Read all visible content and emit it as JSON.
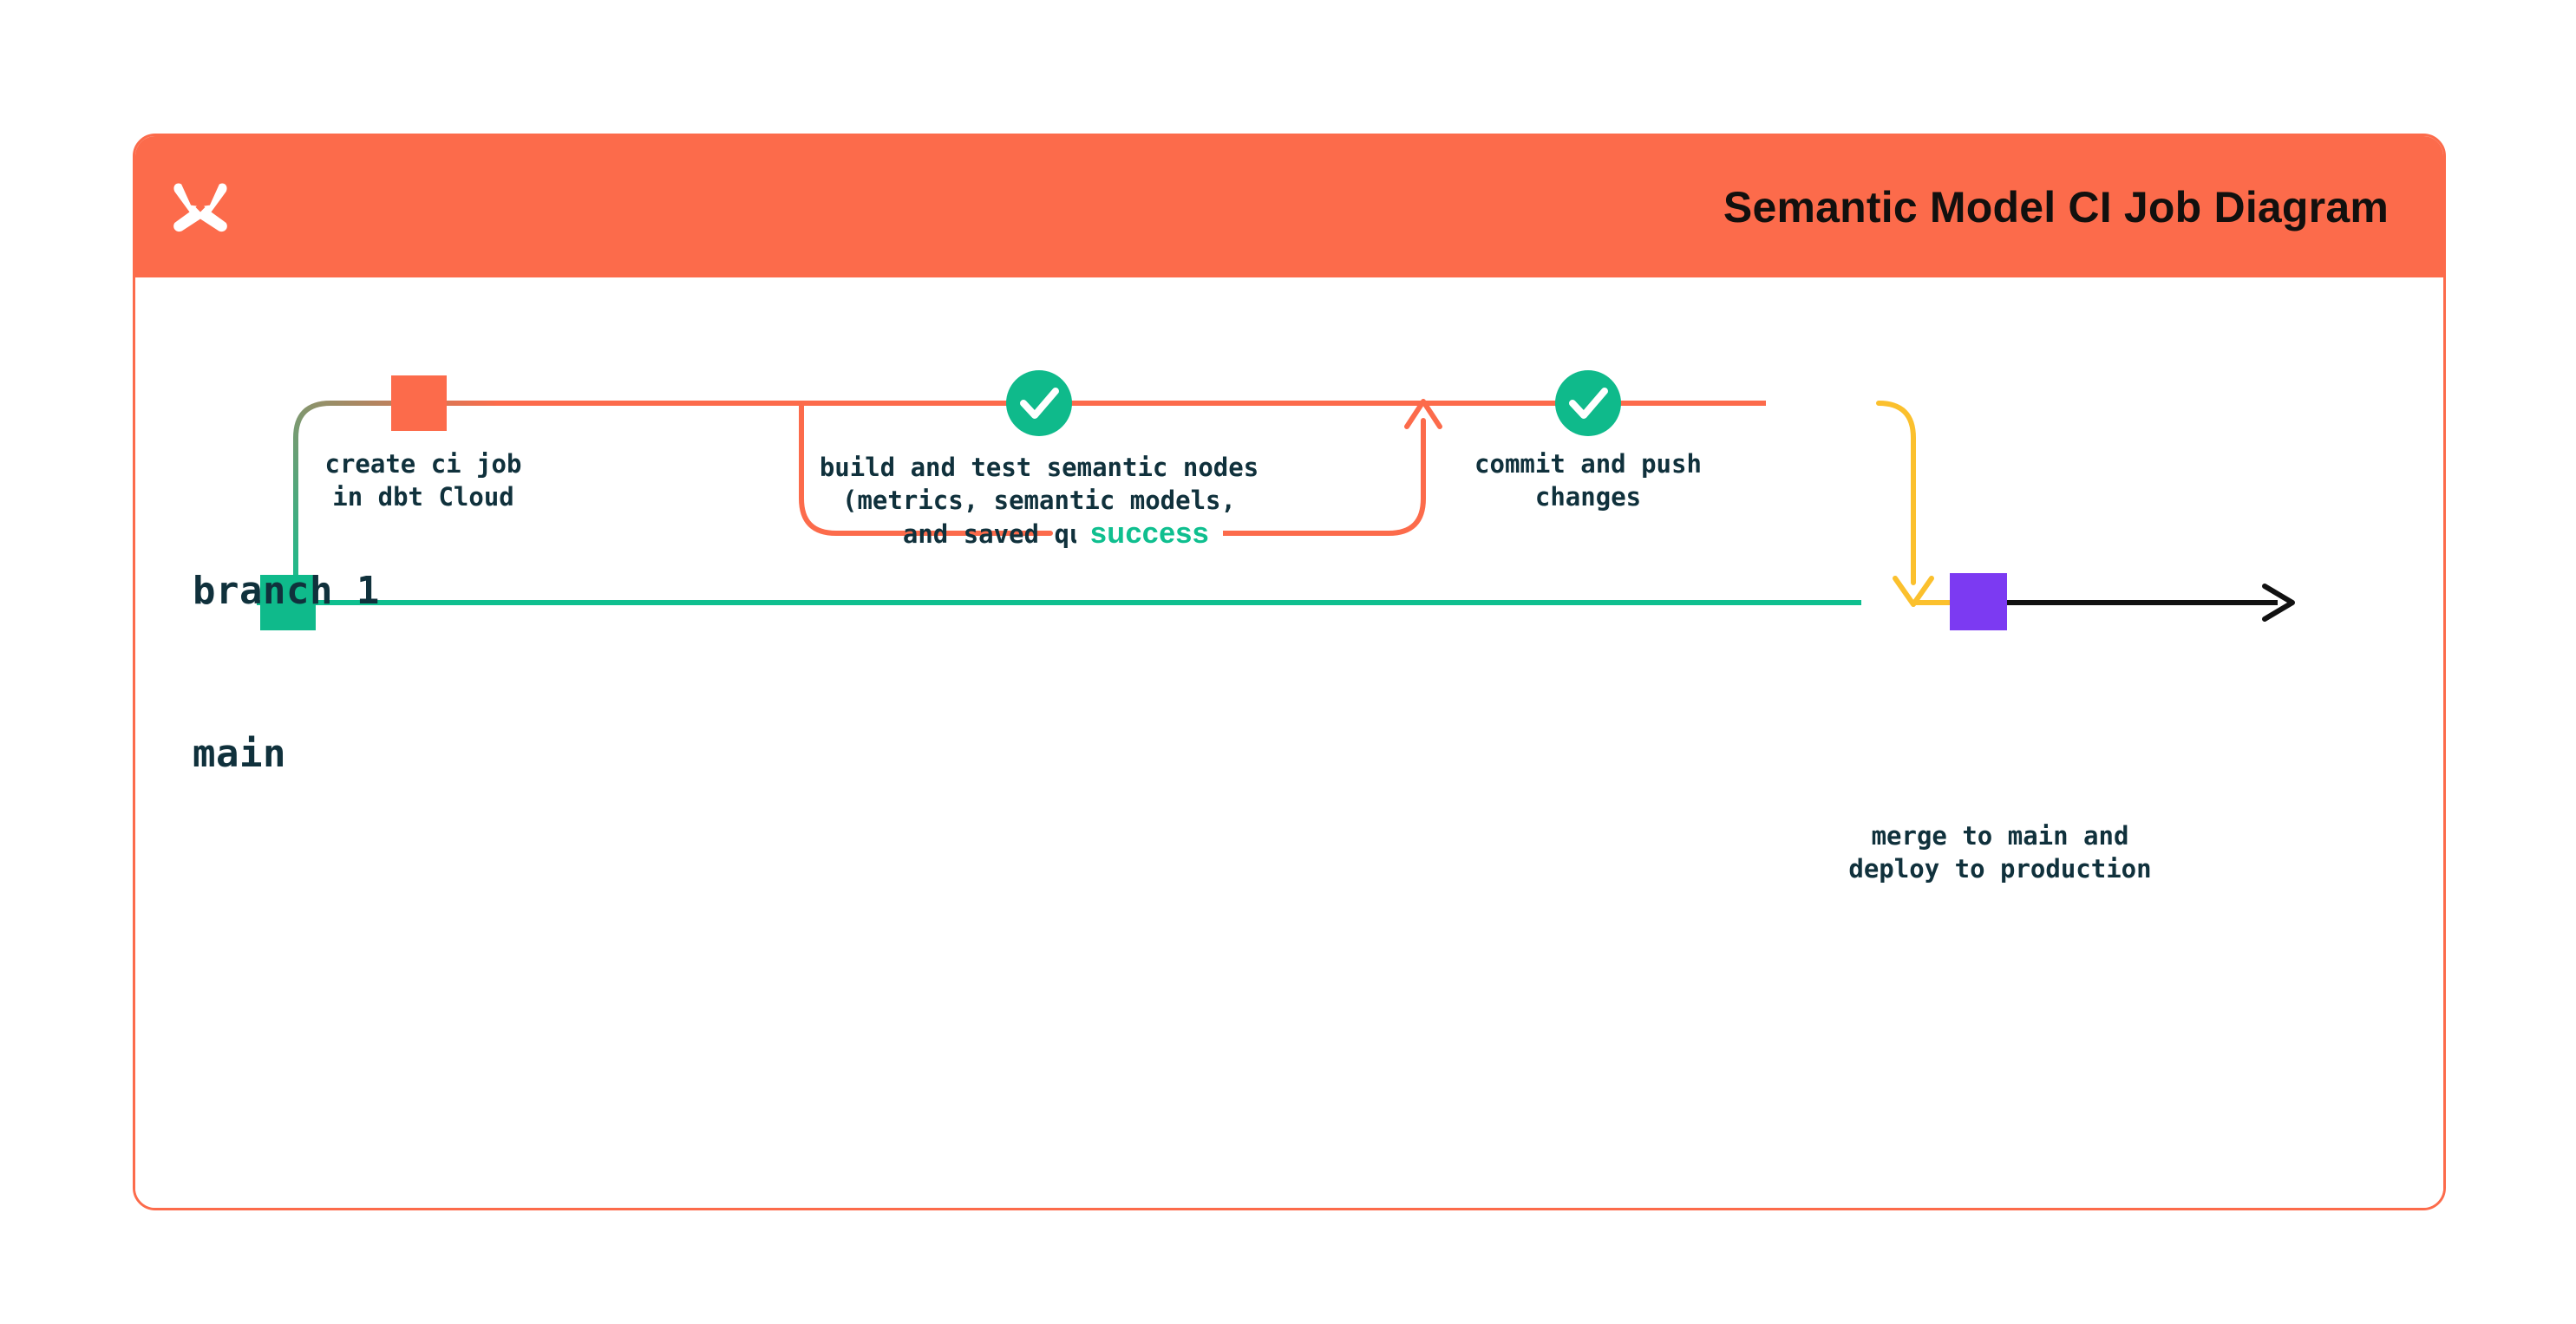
{
  "header": {
    "title": "Semantic Model CI Job Diagram",
    "logo_icon": "dbt-logo-icon",
    "background_color": "#FC6B4B",
    "title_color": "#12100E"
  },
  "card": {
    "border_color": "#FC6B4B",
    "background_color": "#FFFFFF"
  },
  "diagram": {
    "type": "git-branch-flow",
    "branches": [
      {
        "id": "branch-1",
        "label": "branch 1",
        "line_color_start": "#0FBF8F",
        "line_color_end": "#FC6B4B"
      },
      {
        "id": "main",
        "label": "main",
        "line_color": "#0FBF8F",
        "node_color": "#0FBA8B"
      }
    ],
    "nodes": [
      {
        "id": "create-ci-job",
        "marker": "square",
        "marker_color": "#FC6B4B",
        "branch": "branch-1",
        "label_line_1": "create ci job",
        "label_line_2": "in dbt Cloud"
      },
      {
        "id": "build-and-test",
        "marker": "check-circle",
        "marker_color": "#0FBA8B",
        "branch": "branch-1",
        "label_line_1": "build and test semantic nodes",
        "label_line_2": "(metrics, semantic models,",
        "label_line_3": "and saved queries)",
        "loop_status": "success",
        "loop_status_color": "#0FBF8F",
        "loop_color": "#FC6B4B"
      },
      {
        "id": "commit-and-push",
        "marker": "check-circle",
        "marker_color": "#0FBA8B",
        "branch": "branch-1",
        "label_line_1": "commit and push",
        "label_line_2": "changes"
      },
      {
        "id": "merge-to-main",
        "marker": "square",
        "marker_color": "#7C3AF2",
        "branch": "main",
        "label_line_1": "merge to main and",
        "label_line_2": "deploy to production",
        "incoming_arrow_color": "#FBC02D",
        "outgoing_arrow_color": "#111111"
      }
    ],
    "colors": {
      "orange": "#FC6B4B",
      "green": "#0FBF8F",
      "teal_node": "#0FBA8B",
      "yellow": "#FBC02D",
      "purple": "#7C3AF2",
      "black": "#111111",
      "text_navy": "#10313C"
    }
  }
}
